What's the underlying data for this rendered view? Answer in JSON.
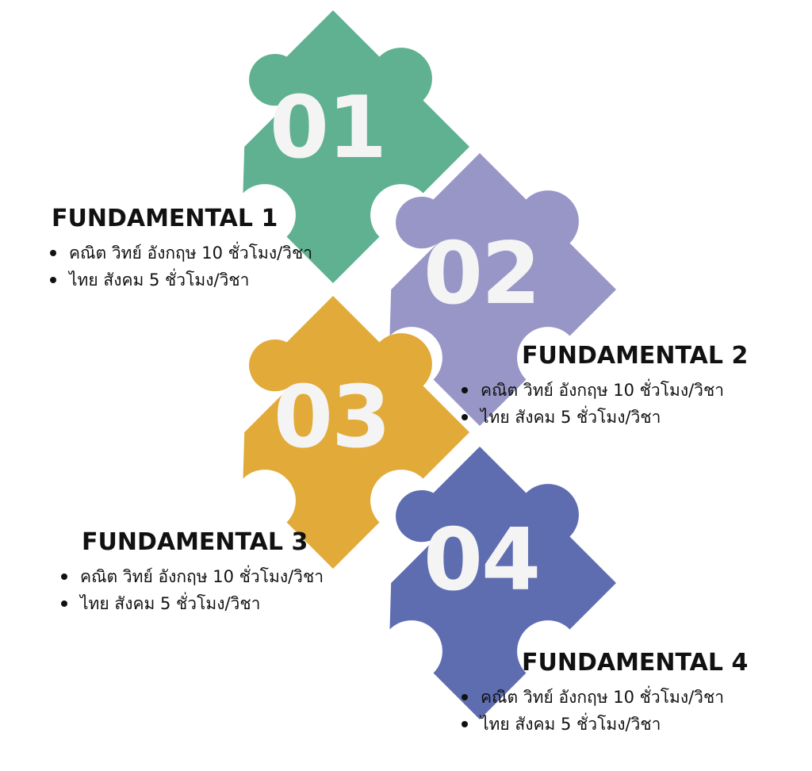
{
  "pieces": [
    {
      "number": "01",
      "color": "#5fb192"
    },
    {
      "number": "02",
      "color": "#9896c7"
    },
    {
      "number": "03",
      "color": "#e1aa39"
    },
    {
      "number": "04",
      "color": "#5e6db0"
    }
  ],
  "blocks": [
    {
      "title": "FUNDAMENTAL 1",
      "items": [
        "คณิต วิทย์ อังกฤษ 10 ชั่วโมง/วิชา",
        "ไทย สังคม 5 ชั่วโมง/วิชา"
      ]
    },
    {
      "title": "FUNDAMENTAL 2",
      "items": [
        "คณิต วิทย์ อังกฤษ 10 ชั่วโมง/วิชา",
        "ไทย สังคม 5 ชั่วโมง/วิชา"
      ]
    },
    {
      "title": "FUNDAMENTAL 3",
      "items": [
        "คณิต วิทย์ อังกฤษ 10 ชั่วโมง/วิชา",
        "ไทย สังคม 5 ชั่วโมง/วิชา"
      ]
    },
    {
      "title": "FUNDAMENTAL 4",
      "items": [
        "คณิต วิทย์ อังกฤษ 10 ชั่วโมง/วิชา",
        "ไทย สังคม 5 ชั่วโมง/วิชา"
      ]
    }
  ]
}
